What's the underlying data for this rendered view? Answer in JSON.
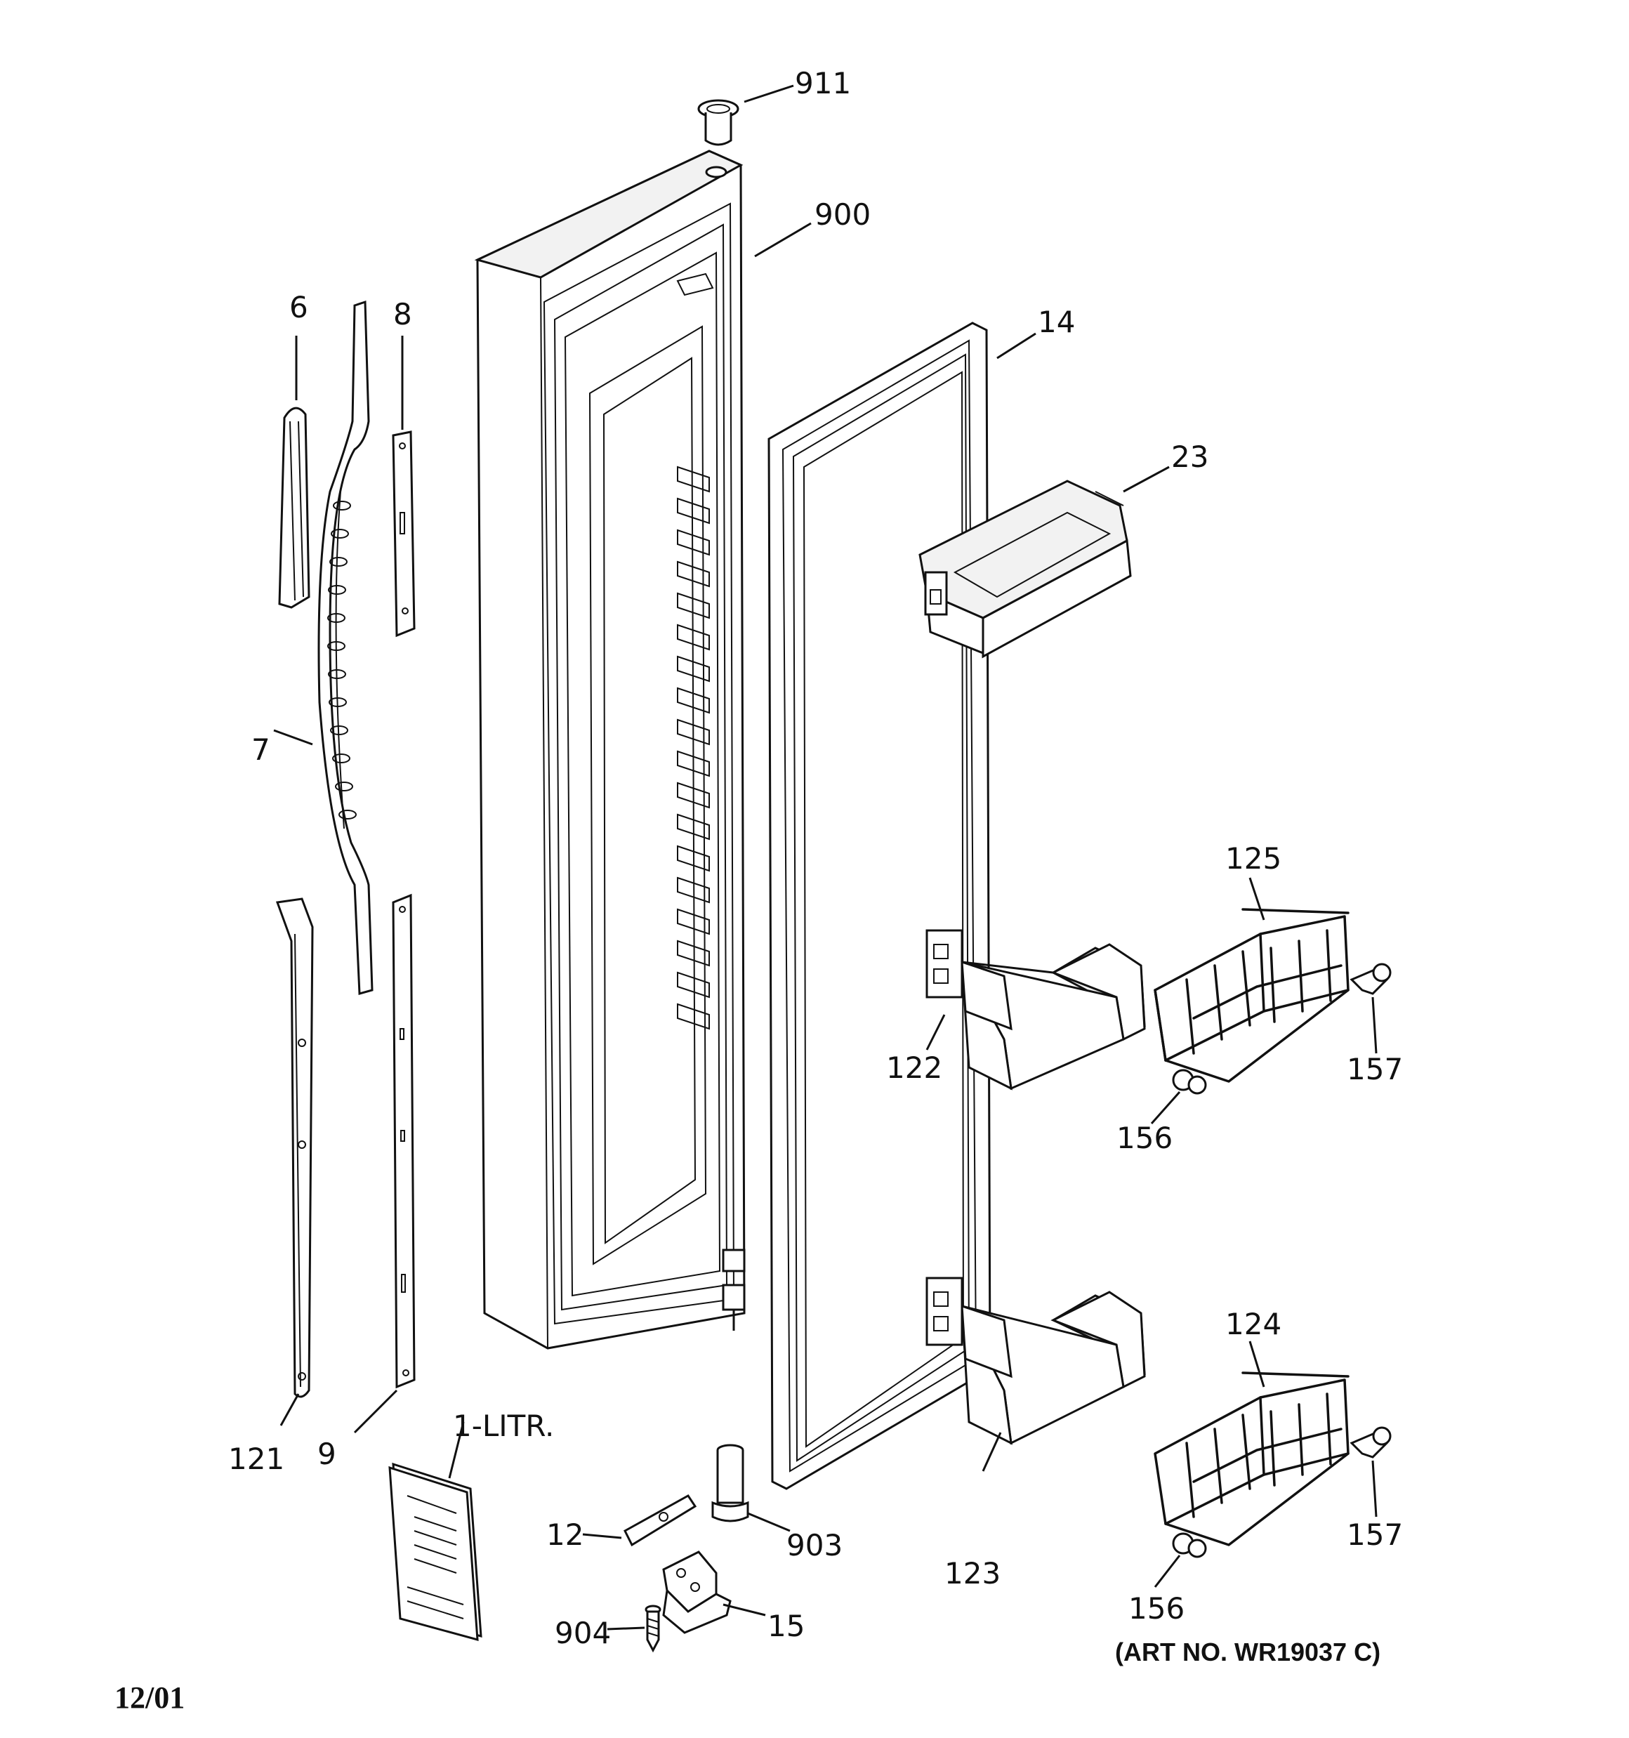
{
  "callouts": {
    "p911": "911",
    "p900": "900",
    "p6": "6",
    "p8": "8",
    "p14": "14",
    "p23": "23",
    "p7": "7",
    "p125": "125",
    "p122": "122",
    "p157a": "157",
    "p156a": "156",
    "p124": "124",
    "p121": "121",
    "p9": "9",
    "p1litr": "1-LITR.",
    "p12": "12",
    "p903": "903",
    "p123": "123",
    "p157b": "157",
    "p15": "15",
    "p904": "904",
    "p156b": "156"
  },
  "art_number": "(ART NO. WR19037 C)",
  "date_code": "12/01"
}
